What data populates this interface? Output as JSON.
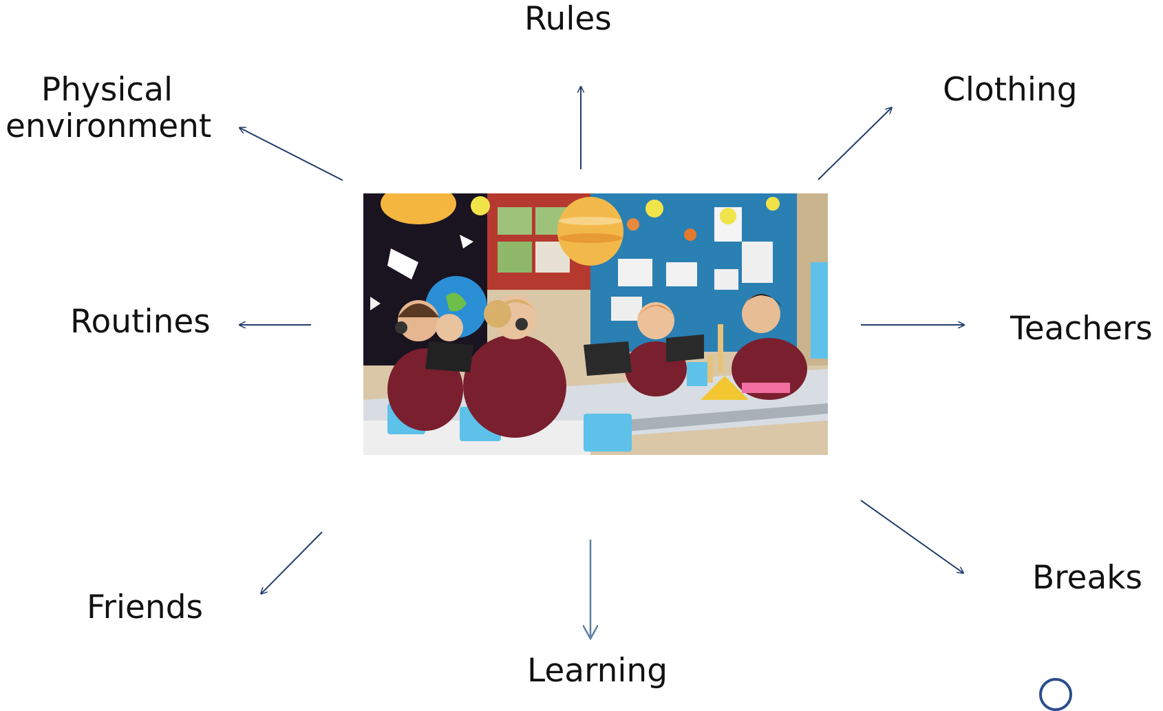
{
  "labels": {
    "rules": "Rules",
    "physical_environment_line1": "Physical",
    "physical_environment_line2": "environment",
    "clothing": "Clothing",
    "routines": "Routines",
    "teachers": "Teachers",
    "friends": "Friends",
    "learning": "Learning",
    "breaks": "Breaks"
  },
  "colors": {
    "arrow": "#1f3d6b",
    "learning_arrow": "#5f7fa3",
    "text": "#111111",
    "board_blue": "#2a7fb3",
    "uniform_maroon": "#7a1f2e",
    "chair_blue": "#5ec1ea"
  },
  "photo": {
    "description_icon": "classroom-photo"
  }
}
